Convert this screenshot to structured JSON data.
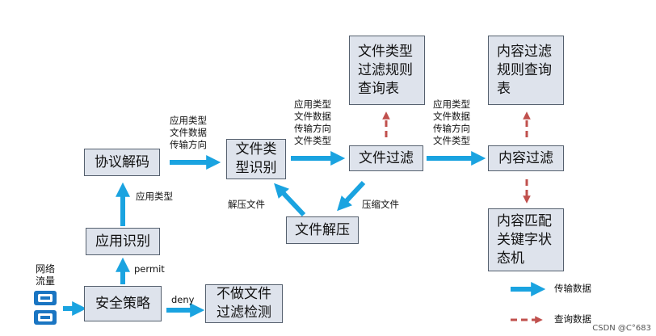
{
  "nodes": {
    "protocol_decode": "协议解码",
    "app_identify": "应用识别",
    "security_policy": "安全策略",
    "no_filter": "不做文件\n过滤检测",
    "file_type_identify": "文件类\n型识别",
    "file_decompress": "文件解压",
    "file_filter": "文件过滤",
    "file_type_rule_table": "文件类型\n过滤规则\n查询表",
    "content_filter": "内容过滤",
    "content_rule_table": "内容过滤\n规则查询\n表",
    "content_match": "内容匹配\n关键字状\n态机"
  },
  "labels": {
    "app_type": "应用类型",
    "flow1": "应用类型\n文件数据\n传输方向",
    "flow2": "应用类型\n文件数据\n传输方向\n文件类型",
    "flow3": "应用类型\n文件数据\n传输方向\n文件类型",
    "decompressed_file": "解压文件",
    "compressed_file": "压缩文件",
    "permit": "permit",
    "deny": "deny",
    "network_traffic": "网络\n流量"
  },
  "legend": {
    "transfer": "传输数据",
    "query": "查询数据"
  },
  "colors": {
    "transfer_arrow": "#1aa3e0",
    "query_arrow": "#c0504d",
    "box_fill": "#dee3ec"
  },
  "icons": [
    "server-icon"
  ],
  "watermark": "CSDN @C°683"
}
